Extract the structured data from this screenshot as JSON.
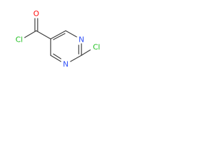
{
  "molecule": {
    "colors": {
      "bond": "#3a3a3a",
      "oxygen": "#ff0d0d",
      "chlorine": "#1fbf1f",
      "nitrogen": "#3050f8"
    },
    "atoms": {
      "oxygen": "O",
      "chlorine_acyl": "Cl",
      "nitrogen_1": "N",
      "nitrogen_3": "N",
      "chlorine_ring": "Cl"
    }
  }
}
